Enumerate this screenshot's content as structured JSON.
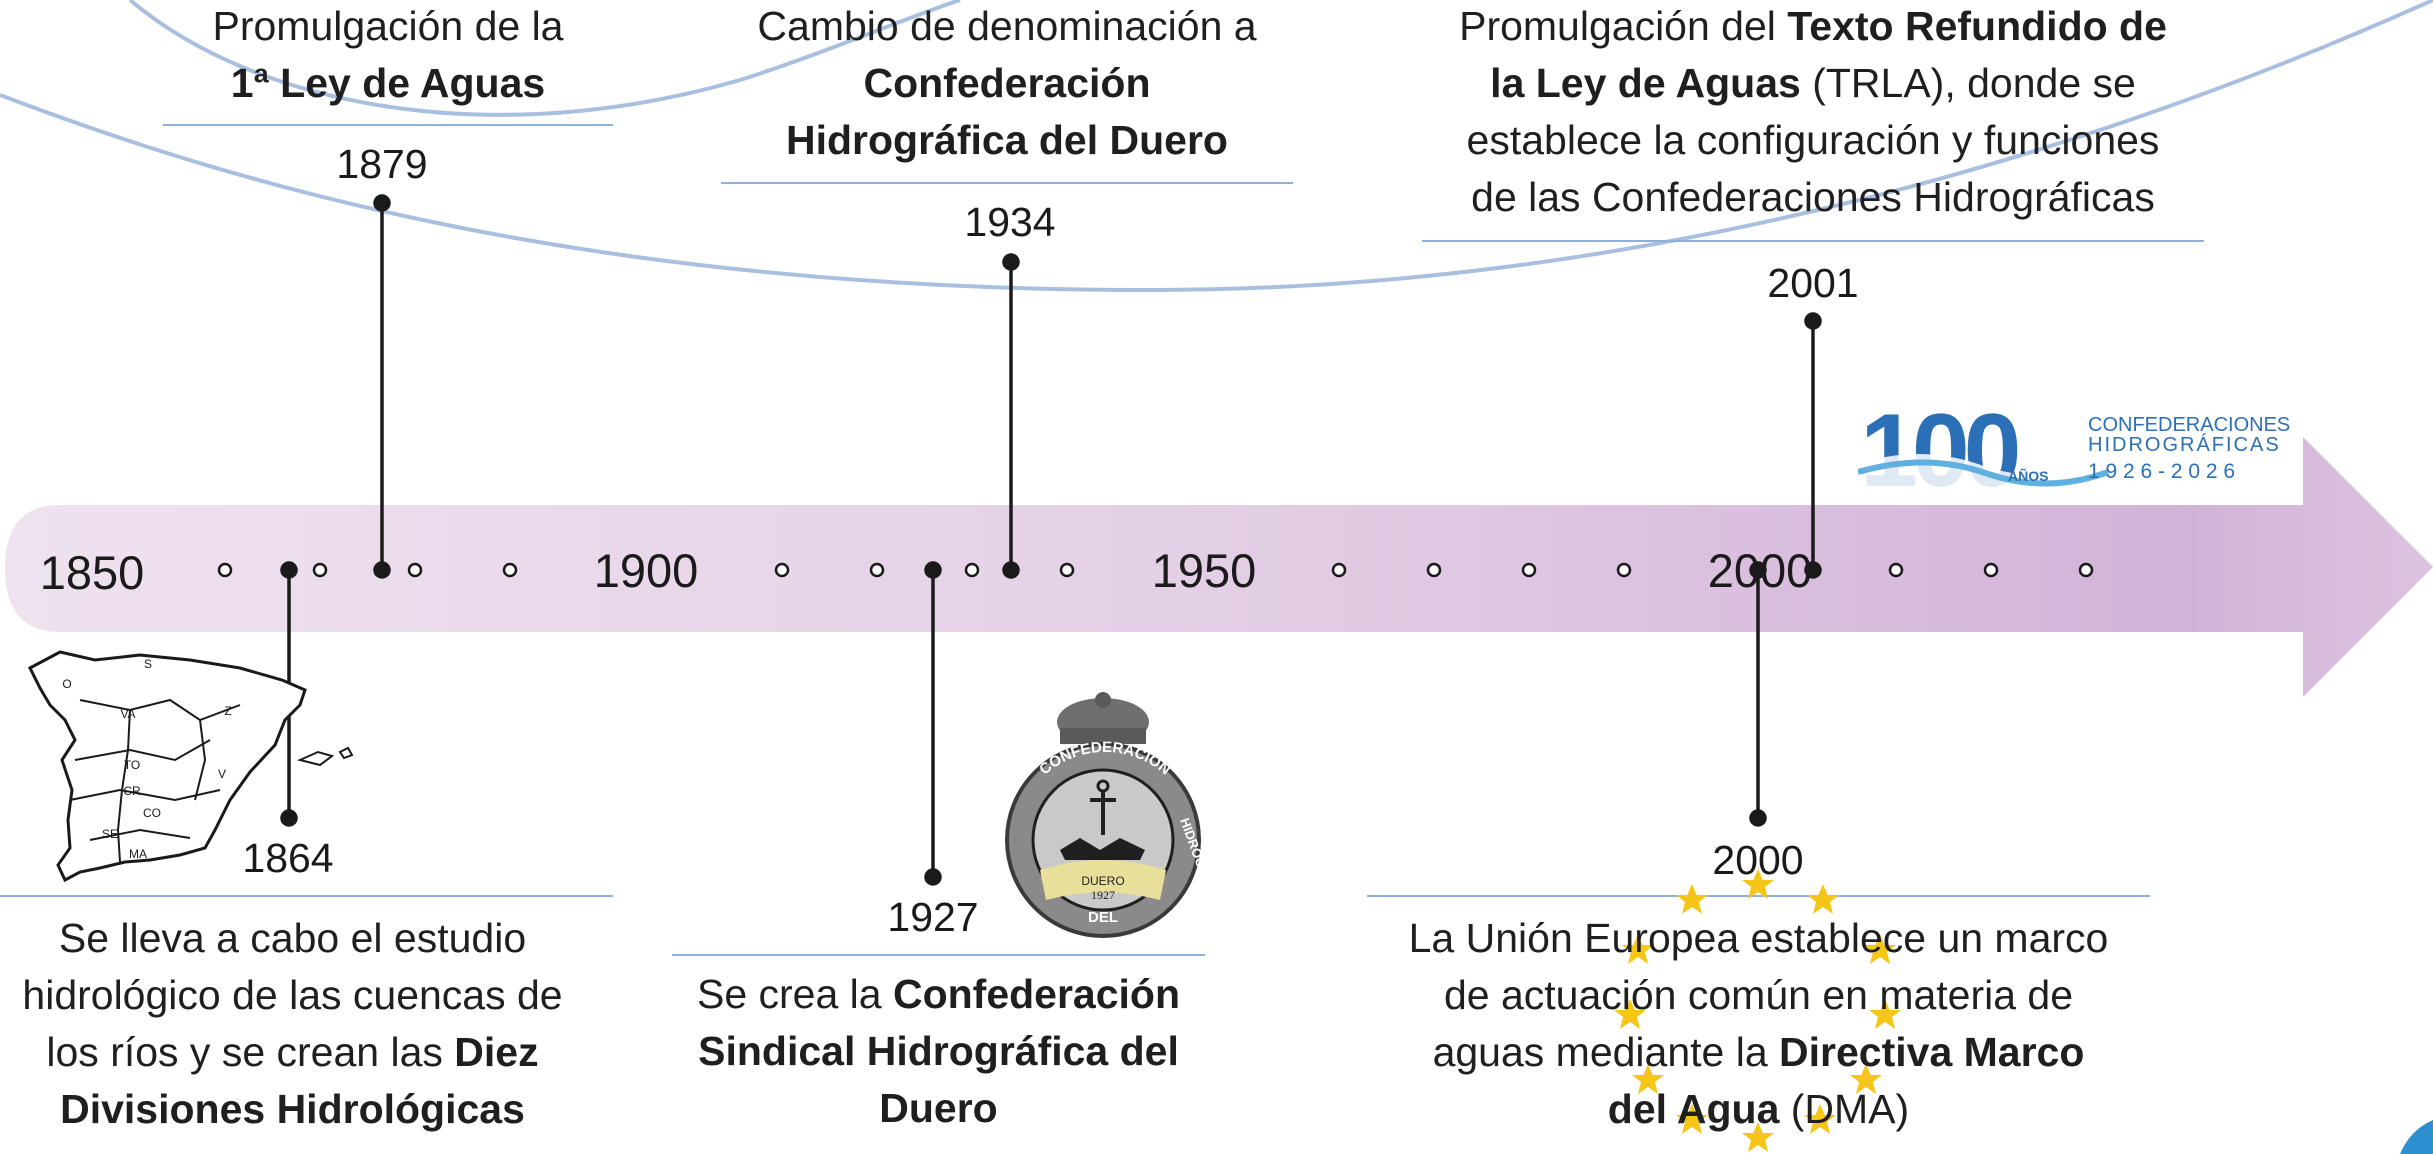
{
  "axis": {
    "decades": [
      "1850",
      "1900",
      "1950",
      "2000"
    ]
  },
  "events": {
    "e1879": {
      "year": "1879",
      "line1": "Promulgación de la",
      "bold1": "1ª Ley de Aguas"
    },
    "e1934": {
      "year": "1934",
      "line1": "Cambio de denominación a",
      "bold1": "Confederación",
      "bold2": "Hidrográfica del Duero"
    },
    "e2001": {
      "year": "2001",
      "pre": "Promulgación del ",
      "bold1": "Texto Refundido de",
      "bold2": "la Ley de Aguas",
      "post2": " (TRLA), donde se",
      "line3": "establece la configuración y funciones",
      "line4": "de las Confederaciones Hidrográficas"
    },
    "e1864": {
      "year": "1864",
      "line1": "Se lleva a cabo el estudio",
      "line2": "hidrológico de las cuencas de",
      "line3pre": "los ríos y se crean las ",
      "bold3": "Diez",
      "bold4": "Divisiones Hidrológicas"
    },
    "e1927": {
      "year": "1927",
      "pre": "Se crea la ",
      "bold1": "Confederación",
      "bold2": "Sindical Hidrográfica del",
      "bold3": "Duero"
    },
    "e2000": {
      "year": "2000",
      "line1": "La Unión Europea establece un marco",
      "line2": "de actuación común en materia de",
      "line3pre": "aguas mediante la ",
      "bold3": "Directiva Marco",
      "bold4": "del Agua",
      "post4": " (DMA)"
    }
  },
  "logo": {
    "number": "100",
    "word1": "CONFEDERACIONES",
    "word2": "HIDROGRÁFICAS",
    "anos": "AÑOS",
    "years": "1 9 2 6 - 2 0 2 6"
  },
  "map_labels": [
    "O",
    "S",
    "VA",
    "Z",
    "TO",
    "V",
    "CR",
    "CO",
    "SE",
    "MA"
  ],
  "seal": {
    "top": "CONFEDERACION",
    "right": "HIDROGRAFICA",
    "center": "DUERO",
    "year": "1927",
    "bottom": "DEL"
  },
  "colors": {
    "arrow": "#d8c0dc",
    "rule": "#8fb0d8",
    "curve": "#a9bfe0",
    "logo_blue": "#2b6fb6",
    "logo_light": "#5fb0e0",
    "star": "#f5c518"
  }
}
